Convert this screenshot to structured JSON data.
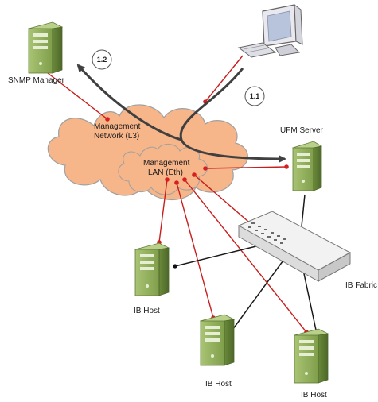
{
  "labels": {
    "snmp_manager": "SNMP Manager",
    "mgmt_network_line1": "Management",
    "mgmt_network_line2": "Network (L3)",
    "mgmt_lan_line1": "Management",
    "mgmt_lan_line2": "LAN (Eth)",
    "ufm_server": "UFM Server",
    "ib_fabric": "IB Fabric",
    "ib_host_left": "IB Host",
    "ib_host_middle": "IB Host",
    "ib_host_right": "IB Host"
  },
  "badges": {
    "step_1_2": "1.2",
    "step_1_1": "1.1"
  },
  "colors": {
    "cloud_fill": "#f7b58a",
    "cloud_stroke": "#a0a0a0",
    "server_green": "#8fae5a",
    "server_dark": "#5f7a35",
    "link_red": "#c81e1e",
    "link_black": "#1a1a1a",
    "arrow_gray": "#404040"
  }
}
